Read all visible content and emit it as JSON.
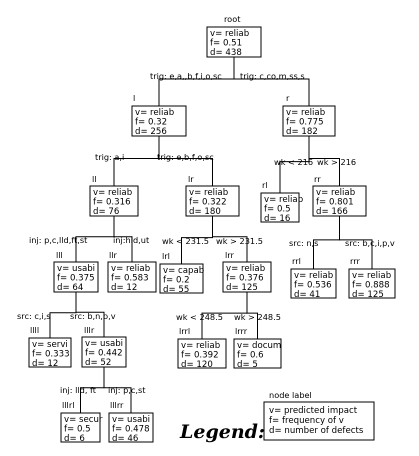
{
  "nodes": [
    {
      "id": "root",
      "label": "root",
      "v": "v= reliab",
      "f": "f= 0.51",
      "d": "d= 438"
    },
    {
      "id": "l",
      "label": "l",
      "v": "v= reliab",
      "f": "f= 0.32",
      "d": "d= 256"
    },
    {
      "id": "r",
      "label": "r",
      "v": "v= reliab",
      "f": "f= 0.775",
      "d": "d= 182"
    },
    {
      "id": "ll",
      "label": "ll",
      "v": "v= reliab",
      "f": "f= 0.316",
      "d": "d= 76"
    },
    {
      "id": "lr",
      "label": "lr",
      "v": "v= reliab",
      "f": "f= 0.322",
      "d": "d= 180"
    },
    {
      "id": "rl",
      "label": "rl",
      "v": "v= reliab",
      "f": "f= 0.5",
      "d": "d= 16"
    },
    {
      "id": "rr",
      "label": "rr",
      "v": "v= reliab",
      "f": "f= 0.801",
      "d": "d= 166"
    },
    {
      "id": "lll",
      "label": "lll",
      "v": "v= usabi",
      "f": "f= 0.375",
      "d": "d= 64"
    },
    {
      "id": "llr",
      "label": "llr",
      "v": "v= reliab",
      "f": "f= 0.583",
      "d": "d= 12"
    },
    {
      "id": "lrl",
      "label": "lrl",
      "v": "v= capab",
      "f": "f= 0.2",
      "d": "d= 55"
    },
    {
      "id": "lrr",
      "label": "lrr",
      "v": "v= reliab",
      "f": "f= 0.376",
      "d": "d= 125"
    },
    {
      "id": "rrl",
      "label": "rrl",
      "v": "v= reliab",
      "f": "f= 0.536",
      "d": "d= 41"
    },
    {
      "id": "rrr",
      "label": "rrr",
      "v": "v= reliab",
      "f": "f= 0.888",
      "d": "d= 125"
    },
    {
      "id": "llll",
      "label": "llll",
      "v": "v= servi",
      "f": "f= 0.333",
      "d": "d= 12"
    },
    {
      "id": "lllr",
      "label": "lllr",
      "v": "v= usabi",
      "f": "f= 0.442",
      "d": "d= 52"
    },
    {
      "id": "lrrl",
      "label": "lrrl",
      "v": "v= reliab",
      "f": "f= 0.392",
      "d": "d= 120"
    },
    {
      "id": "lrrr",
      "label": "lrrr",
      "v": "v= docum",
      "f": "f= 0.6",
      "d": "d= 5"
    },
    {
      "id": "lllrl",
      "label": "lllrl",
      "v": "v= secur",
      "f": "f= 0.5",
      "d": "d= 6"
    },
    {
      "id": "lllrr",
      "label": "lllrr",
      "v": "v= usabi",
      "f": "f= 0.478",
      "d": "d= 46"
    }
  ],
  "edges": [
    {
      "from": "root",
      "to": "l",
      "label": "trig: e,a,,b,f,i,o,sc"
    },
    {
      "from": "root",
      "to": "r",
      "label": "trig: c,co,m,ss,s"
    },
    {
      "from": "l",
      "to": "ll",
      "label": "trig: a,i"
    },
    {
      "from": "l",
      "to": "lr",
      "label": "trig: e,b,f,o,sc"
    },
    {
      "from": "r",
      "to": "rl",
      "label": "wk < 216"
    },
    {
      "from": "r",
      "to": "rr",
      "label": "wk > 216"
    },
    {
      "from": "ll",
      "to": "lll",
      "label": "inj: p,c,lld,ft,st"
    },
    {
      "from": "ll",
      "to": "llr",
      "label": "inj:hld,ut"
    },
    {
      "from": "lr",
      "to": "lrl",
      "label": "wk < 231.5"
    },
    {
      "from": "lr",
      "to": "lrr",
      "label": "wk > 231.5"
    },
    {
      "from": "rr",
      "to": "rrl",
      "label": "src: n,s"
    },
    {
      "from": "rr",
      "to": "rrr",
      "label": "src: b,c,i,p,v"
    },
    {
      "from": "lll",
      "to": "llll",
      "label": "src: c,i,s"
    },
    {
      "from": "lll",
      "to": "lllr",
      "label": "src: b,n,p,v"
    },
    {
      "from": "lrr",
      "to": "lrrl",
      "label": "wk < 248.5"
    },
    {
      "from": "lrr",
      "to": "lrrr",
      "label": "wk > 248.5"
    },
    {
      "from": "lllr",
      "to": "lllrl",
      "label": "inj: lld, ft"
    },
    {
      "from": "lllr",
      "to": "lllrr",
      "label": "inj: p,c,st"
    }
  ],
  "legend": {
    "title": "Legend:",
    "node_label": "node label",
    "v": "v= predicted impact",
    "f": "f= frequency of v",
    "d": "d= number of defects"
  }
}
